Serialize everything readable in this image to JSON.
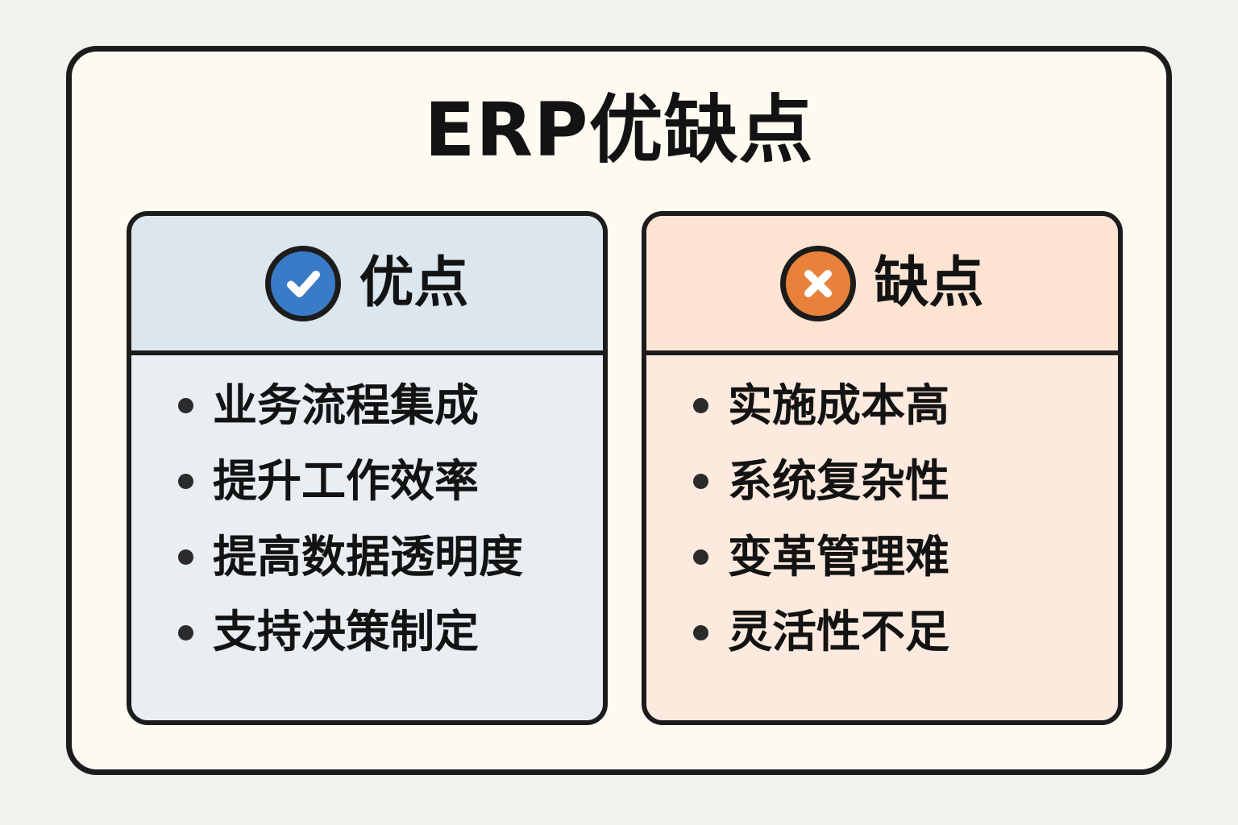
{
  "page": {
    "background_color": "#f2f1ed",
    "card_background_color": "#fdfaf1",
    "border_color": "#1c1c1c",
    "title": "ERP优缺点"
  },
  "panels": [
    {
      "key": "pros",
      "title": "优点",
      "icon": "check-circle-icon",
      "icon_color": "#3a7bc8",
      "header_background": "#dce6ef",
      "body_background": "#e8eef2",
      "items": [
        "业务流程集成",
        "提升工作效率",
        "提高数据透明度",
        "支持决策制定"
      ]
    },
    {
      "key": "cons",
      "title": "缺点",
      "icon": "x-circle-icon",
      "icon_color": "#e8813a",
      "header_background": "#fde4d2",
      "body_background": "#fdeade",
      "items": [
        "实施成本高",
        "系统复杂性",
        "变革管理难",
        "灵活性不足"
      ]
    }
  ]
}
